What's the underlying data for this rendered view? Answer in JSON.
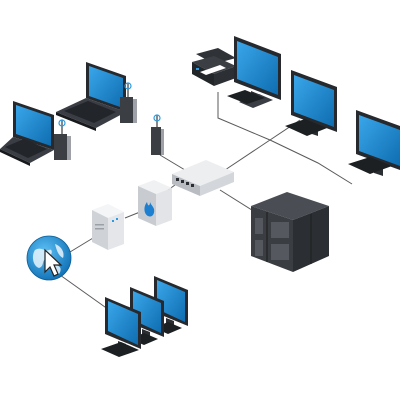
{
  "diagram": {
    "type": "network-topology",
    "colors": {
      "screen": "#1e8fd6",
      "screen_dark": "#0f6fb0",
      "device_dark": "#2a2d31",
      "device_mid": "#3c4046",
      "device_light": "#e4e6e9",
      "server": "#3a3d41",
      "link": "#5a5a5a",
      "globe": "#1a8fd4",
      "firewall_flame": "#1d7fcf"
    },
    "nodes": [
      {
        "id": "laptop-1",
        "kind": "laptop",
        "icon": "laptop-icon"
      },
      {
        "id": "laptop-2",
        "kind": "laptop",
        "icon": "laptop-icon"
      },
      {
        "id": "wifi-ap-1",
        "kind": "wireless-access-point",
        "icon": "wifi-antenna-icon"
      },
      {
        "id": "wifi-ap-2",
        "kind": "wireless-access-point",
        "icon": "wifi-antenna-icon"
      },
      {
        "id": "wifi-ap-3",
        "kind": "wireless-access-point",
        "icon": "wifi-antenna-icon"
      },
      {
        "id": "printer",
        "kind": "printer",
        "icon": "printer-icon"
      },
      {
        "id": "desktop-1",
        "kind": "desktop",
        "icon": "monitor-icon"
      },
      {
        "id": "desktop-2",
        "kind": "desktop",
        "icon": "monitor-icon"
      },
      {
        "id": "desktop-3",
        "kind": "desktop",
        "icon": "monitor-icon"
      },
      {
        "id": "switch",
        "kind": "network-switch",
        "icon": "switch-icon"
      },
      {
        "id": "firewall",
        "kind": "firewall",
        "icon": "firewall-icon"
      },
      {
        "id": "router",
        "kind": "router",
        "icon": "router-icon"
      },
      {
        "id": "server",
        "kind": "server-rack",
        "icon": "server-icon"
      },
      {
        "id": "internet",
        "kind": "internet-globe",
        "icon": "globe-icon"
      },
      {
        "id": "remote-monitor-1",
        "kind": "monitor",
        "icon": "monitor-icon"
      },
      {
        "id": "remote-monitor-2",
        "kind": "monitor",
        "icon": "monitor-icon"
      },
      {
        "id": "remote-monitor-3",
        "kind": "monitor",
        "icon": "monitor-icon"
      }
    ],
    "links": [
      {
        "from": "switch",
        "to": "wifi-ap-3"
      },
      {
        "from": "switch",
        "to": "server"
      },
      {
        "from": "switch",
        "to": "firewall"
      },
      {
        "from": "switch",
        "to": "desktop-2"
      },
      {
        "from": "switch",
        "to": "desktop-1"
      },
      {
        "from": "switch",
        "to": "desktop-3"
      },
      {
        "from": "router",
        "to": "internet"
      },
      {
        "from": "internet",
        "to": "remote-monitor-2"
      }
    ]
  }
}
